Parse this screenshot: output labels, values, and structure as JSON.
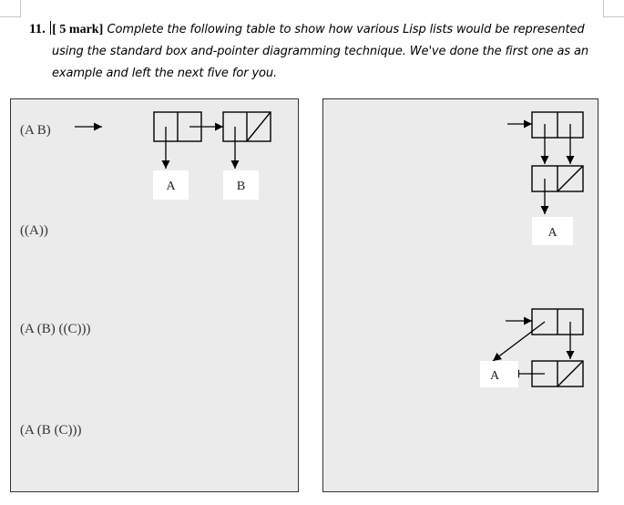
{
  "question": {
    "number": "11.",
    "marks": "5 mark",
    "line1": "Complete the following table to show how various Lisp lists would be represented",
    "line2": "using the standard box and-pointer diagramming technique. We've done the first one as an",
    "line3": "example and left the next five for you."
  },
  "left_panel": {
    "expressions": [
      "(A B)",
      "((A))",
      "(A (B) ((C)))",
      "(A (B (C)))"
    ]
  },
  "atoms": {
    "example_a": "A",
    "example_b": "B",
    "right_a1": "A",
    "right_a2": "A"
  }
}
